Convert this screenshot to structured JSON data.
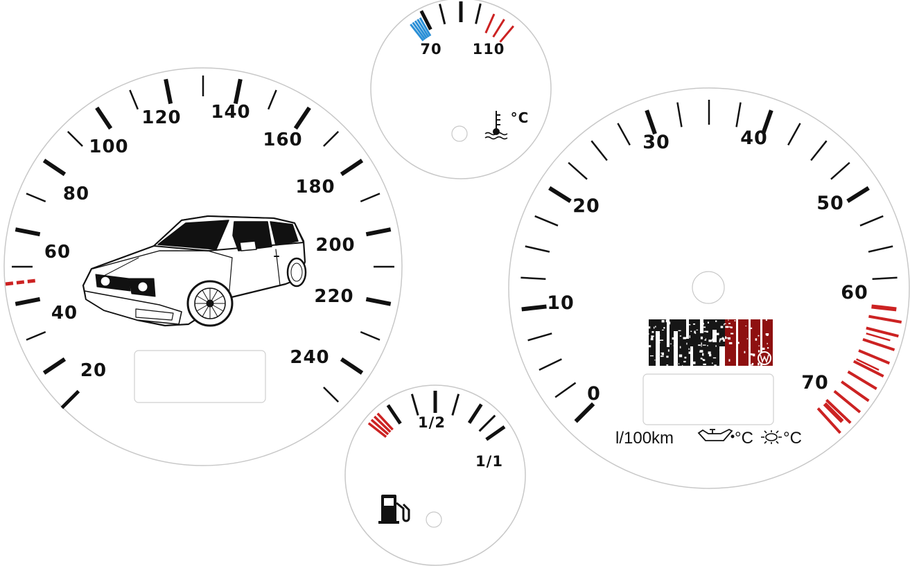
{
  "colors": {
    "ink": "#111111",
    "red_zone": "#cc2222",
    "blue_zone": "#2a8fd6",
    "dial_outline": "#c8c8c8",
    "badge_black": "#161616",
    "badge_red": "#8e1010"
  },
  "speedometer": {
    "labels": [
      "20",
      "40",
      "60",
      "80",
      "100",
      "120",
      "140",
      "160",
      "180",
      "200",
      "220",
      "240"
    ],
    "illustration": "vw-golf-mk3-line-art",
    "has_red_start_mark": true
  },
  "coolant_gauge": {
    "labels": [
      "70",
      "110"
    ],
    "unit": "°C",
    "icon": "coolant-thermometer-icon",
    "zones": [
      "cold-blue",
      "normal",
      "hot-red"
    ]
  },
  "fuel_gauge": {
    "labels": [
      "1/2",
      "1/1"
    ],
    "icon": "fuel-pump-icon",
    "reserve_zone": "red"
  },
  "tachometer": {
    "labels": [
      "0",
      "10",
      "20",
      "30",
      "40",
      "50",
      "60",
      "70"
    ],
    "redline_zone": "red",
    "badge": {
      "text": "MKIII",
      "emblem": "vw-emblem"
    },
    "legend": {
      "consumption_unit": "l/100km",
      "oil_icon": "oil-can-icon",
      "oil_unit": "°C",
      "ambient_icon": "sun-icon",
      "ambient_unit": "°C"
    }
  }
}
